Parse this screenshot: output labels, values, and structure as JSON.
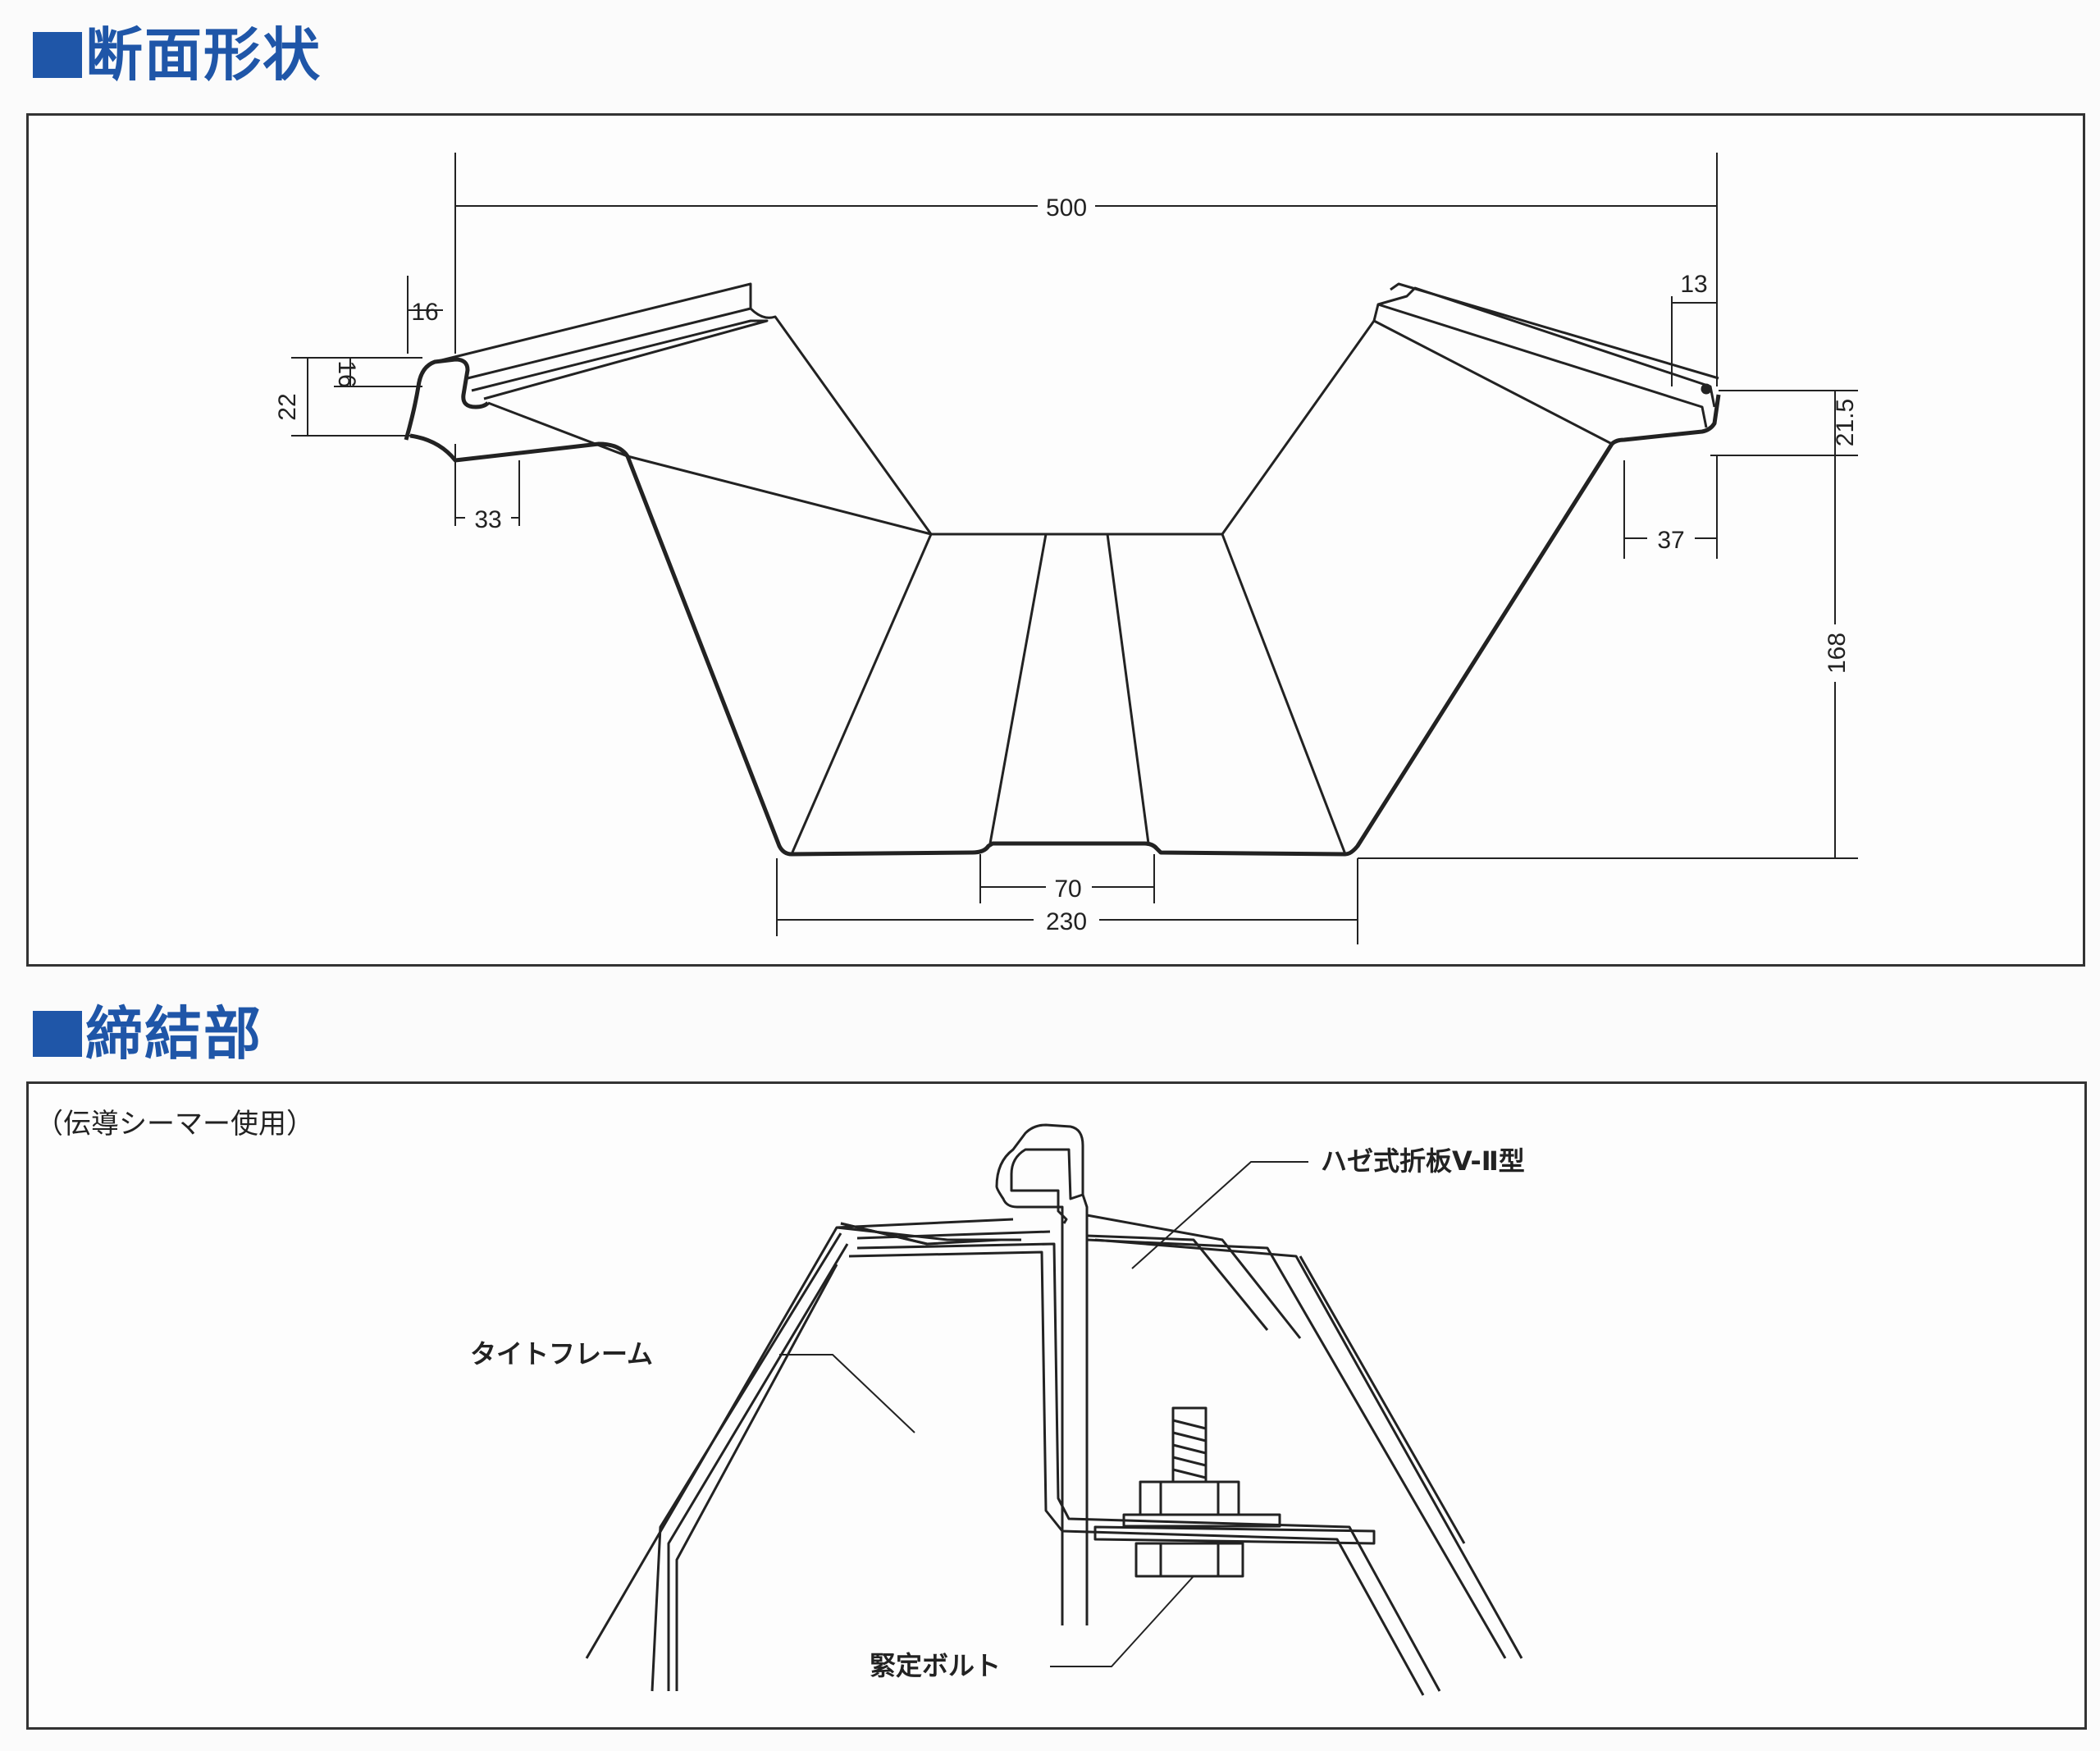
{
  "section1": {
    "heading": "断面形状",
    "dimensions": {
      "width_total": "500",
      "left_top": "16",
      "left_outer": "22",
      "left_inner": "16",
      "left_offset": "33",
      "right_top": "13",
      "right_seam": "21.5",
      "right_offset": "37",
      "height": "168",
      "bottom_rib": "70",
      "bottom_width": "230"
    }
  },
  "section2": {
    "heading": "締結部",
    "note": "（伝導シーマー使用）",
    "labels": {
      "panel": "ハゼ式折板V-Ⅱ型",
      "frame": "タイトフレーム",
      "bolt": "緊定ボルト"
    }
  }
}
